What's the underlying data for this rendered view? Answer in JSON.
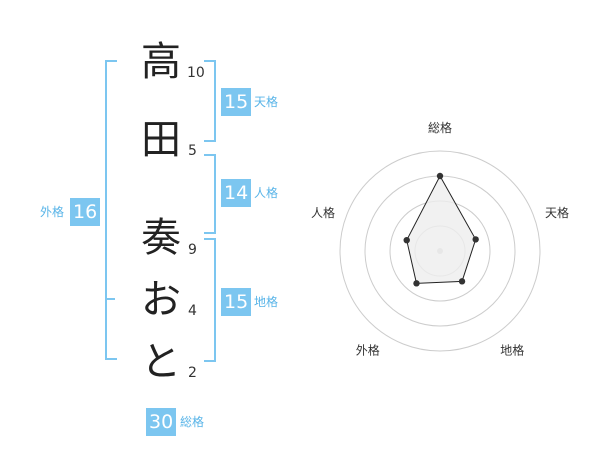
{
  "name": {
    "chars": [
      "高",
      "田",
      "奏",
      "お",
      "と"
    ],
    "strokes": [
      "10",
      "5",
      "9",
      "4",
      "2"
    ]
  },
  "kaku": {
    "tenkaku": {
      "value": "15",
      "label": "天格"
    },
    "jinkaku": {
      "value": "14",
      "label": "人格"
    },
    "chikaku": {
      "value": "15",
      "label": "地格"
    },
    "gaikaku": {
      "value": "16",
      "label": "外格"
    },
    "soukaku": {
      "value": "30",
      "label": "総格"
    }
  },
  "chart_data": {
    "type": "radar",
    "axes": [
      "総格",
      "天格",
      "地格",
      "外格",
      "人格"
    ],
    "values": [
      30,
      15,
      15,
      16,
      14
    ],
    "rings": 4,
    "grid": true,
    "colors": {
      "fill": "#eeeeee",
      "stroke": "#222222",
      "ring": "#cccccc"
    }
  },
  "colors": {
    "accent": "#7cc6f0",
    "label": "#58b4e8"
  }
}
